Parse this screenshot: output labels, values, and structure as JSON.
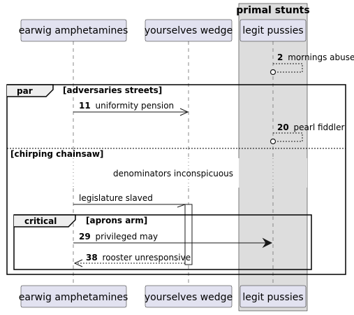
{
  "box": {
    "title": "primal stunts",
    "fill": "#dddddd"
  },
  "participants": {
    "earwig": "earwig amphetamines",
    "wedge": "yourselves wedge",
    "pussies": "legit pussies"
  },
  "participant_fill": "#e2e2f0",
  "fragments": {
    "par": {
      "keyword": "par",
      "guard": "[adversaries streets]",
      "else_guard": "[chirping chainsaw]"
    },
    "critical": {
      "keyword": "critical",
      "guard": "[aprons arm]"
    }
  },
  "messages": [
    {
      "number": "2",
      "label": "mornings abuse"
    },
    {
      "number": "11",
      "label": "uniformity pension"
    },
    {
      "number": "20",
      "label": "pearl fiddler"
    },
    {
      "number": "",
      "label": "legislature slaved"
    },
    {
      "number": "29",
      "label": "privileged may"
    },
    {
      "number": "38",
      "label": "rooster unresponsive"
    }
  ],
  "divider": {
    "label": "denominators inconspicuous"
  }
}
